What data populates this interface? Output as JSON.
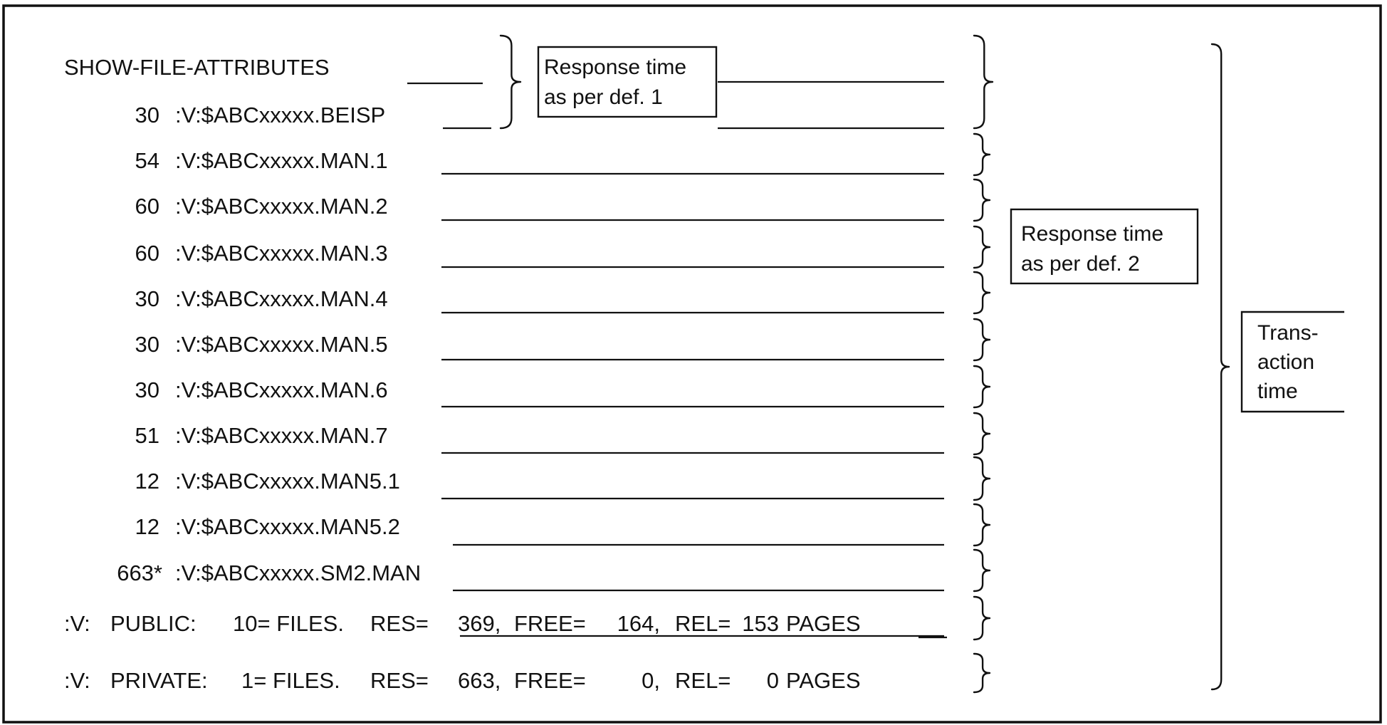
{
  "command": "SHOW-FILE-ATTRIBUTES",
  "files": [
    {
      "size": "30",
      "name": ":V:$ABCxxxxx.BEISP"
    },
    {
      "size": "54",
      "name": ":V:$ABCxxxxx.MAN.1"
    },
    {
      "size": "60",
      "name": ":V:$ABCxxxxx.MAN.2"
    },
    {
      "size": "60",
      "name": ":V:$ABCxxxxx.MAN.3"
    },
    {
      "size": "30",
      "name": ":V:$ABCxxxxx.MAN.4"
    },
    {
      "size": "30",
      "name": ":V:$ABCxxxxx.MAN.5"
    },
    {
      "size": "30",
      "name": ":V:$ABCxxxxx.MAN.6"
    },
    {
      "size": "51",
      "name": ":V:$ABCxxxxx.MAN.7"
    },
    {
      "size": "12",
      "name": ":V:$ABCxxxxx.MAN5.1"
    },
    {
      "size": "12",
      "name": ":V:$ABCxxxxx.MAN5.2"
    },
    {
      "size": "663*",
      "name": ":V:$ABCxxxxx.SM2.MAN"
    }
  ],
  "summary": [
    {
      "volume": ":V:",
      "pool": "PUBLIC:",
      "count": "10= FILES.",
      "res_label": "RES=",
      "res": "369,",
      "free_label": "FREE=",
      "free": "164,",
      "rel_label": "REL=",
      "rel": "153",
      "unit": "PAGES"
    },
    {
      "volume": ":V:",
      "pool": "PRIVATE:",
      "count": "1= FILES.",
      "res_label": "RES=",
      "res": "663,",
      "free_label": "FREE=",
      "free": "0,",
      "rel_label": "REL=",
      "rel": "0",
      "unit": "PAGES"
    }
  ],
  "labels": {
    "def1": [
      "Response time",
      "as per def. 1"
    ],
    "def2": [
      "Response time",
      "as per def. 2"
    ],
    "transaction": [
      "Trans-",
      "action",
      "time"
    ]
  }
}
